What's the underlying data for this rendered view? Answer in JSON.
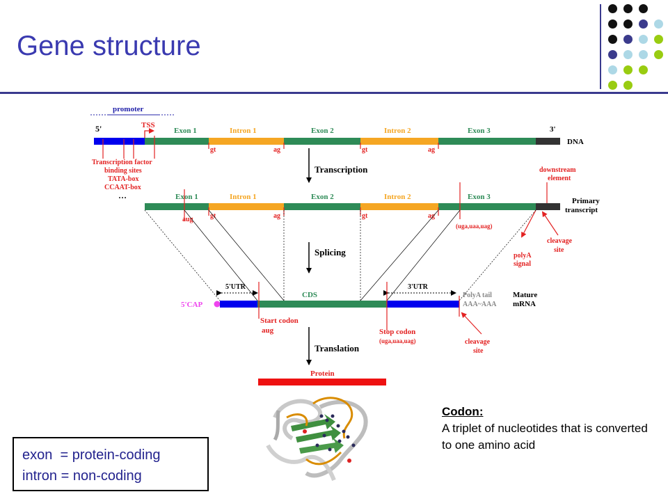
{
  "slide": {
    "title": "Gene structure"
  },
  "colors": {
    "title": "#3a3ab0",
    "rule": "#3a3a8e",
    "exon": "#2e8b57",
    "intron": "#f5a623",
    "utr": "#0000ee",
    "three_prime_end": "#333333",
    "red_marker": "#e32222",
    "cap": "#ee44ee",
    "protein": "#ee1111",
    "dot_black": "#111111",
    "dot_purple": "#3b3b8c",
    "dot_lightblue": "#add8e6",
    "dot_green": "#99cc11"
  },
  "decor_dots": {
    "rows": [
      [
        "black",
        "black",
        "black"
      ],
      [
        "black",
        "black",
        "purple",
        "lightblue"
      ],
      [
        "black",
        "purple",
        "lightblue",
        "green"
      ],
      [
        "purple",
        "lightblue",
        "lightblue",
        "green"
      ],
      [
        "lightblue",
        "green",
        "green"
      ],
      [
        "green",
        "green"
      ]
    ]
  },
  "diagram": {
    "promoter_label": "promoter",
    "five_prime": "5'",
    "three_prime": "3'",
    "tss": "TSS",
    "exon1": "Exon 1",
    "intron1": "Intron 1",
    "exon2": "Exon 2",
    "intron2": "Intron 2",
    "exon3": "Exon 3",
    "dna": "DNA",
    "gt": "gt",
    "ag": "ag",
    "tf_line1": "Transcription factor",
    "tf_line2": "binding sites",
    "tf_line3": "TATA-box",
    "tf_line4": "CCAAT-box",
    "tf_line5": "…",
    "transcription": "Transcription",
    "downstream_line1": "downstream",
    "downstream_line2": "element",
    "primary_line1": "Primary",
    "primary_line2": "transcript",
    "aug": "aug",
    "stop_codons": "(uga,uaa,uag)",
    "splicing": "Splicing",
    "polya_line1": "polyA",
    "polya_line2": "signal",
    "cleavage_line1": "cleavage",
    "cleavage_line2": "site",
    "five_utr": "5'UTR",
    "cds": "CDS",
    "three_utr": "3'UTR",
    "polya_tail": "PolyA tail",
    "polya_seq": "AAA~AAA",
    "mature_line1": "Mature",
    "mature_line2": "mRNA",
    "five_cap": "5'CAP",
    "start_codon_line1": "Start codon",
    "start_codon_line2": "aug",
    "stop_codon": "Stop codon",
    "translation": "Translation",
    "protein": "Protein"
  },
  "codon_note": {
    "heading": "Codon:",
    "text": "A triplet of nucleotides that is converted to one amino acid"
  },
  "legend": {
    "line1": "exon  = protein-coding",
    "line2": "intron = non-coding"
  }
}
